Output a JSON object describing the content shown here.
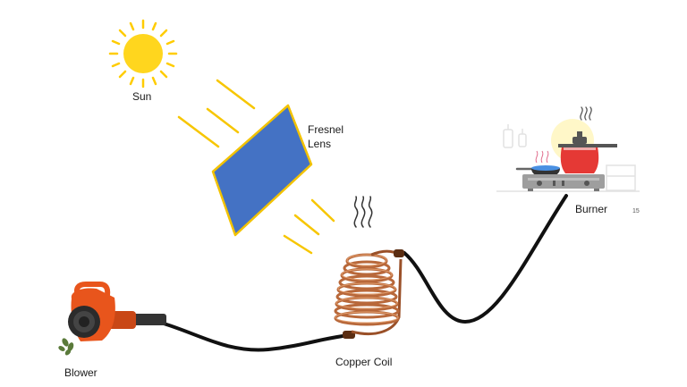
{
  "diagram": {
    "labels": {
      "sun": "Sun",
      "fresnel_line1": "Fresnel",
      "fresnel_line2": "Lens",
      "burner": "Burner",
      "copper_coil": "Copper Coil",
      "blower": "Blower",
      "page_number": "15"
    },
    "colors": {
      "sun": "#ffd61e",
      "sun_rays": "#ffcc00",
      "lens_fill": "#4472c4",
      "lens_border": "#f2c200",
      "copper": "#b8683a",
      "tube": "#111111",
      "blower_body": "#e8551c",
      "pot": "#e53935",
      "stove": "#9e9e9e",
      "flame": "#4a90e2"
    }
  }
}
